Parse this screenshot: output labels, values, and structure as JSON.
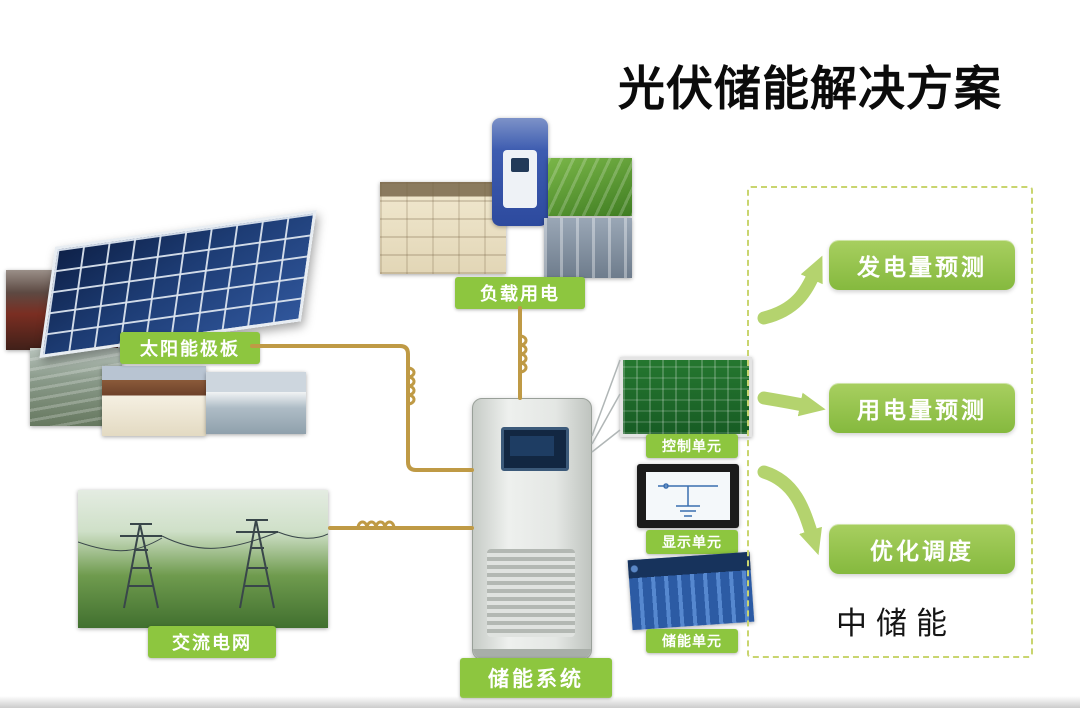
{
  "title": "光伏储能解决方案",
  "brand": "中储能",
  "nodes": {
    "solar_panel": {
      "label": "太阳能极板"
    },
    "ac_grid": {
      "label": "交流电网"
    },
    "load": {
      "label": "负载用电"
    },
    "storage_system": {
      "label": "储能系统"
    },
    "control_unit": {
      "label": "控制单元"
    },
    "display_unit": {
      "label": "显示单元"
    },
    "storage_unit": {
      "label": "储能单元"
    }
  },
  "outputs": [
    {
      "label": "发电量预测"
    },
    {
      "label": "用电量预测"
    },
    {
      "label": "优化调度"
    }
  ],
  "colors": {
    "badge_green": "#8dc63f",
    "pill_green_top": "#a8cf60",
    "pill_green_bottom": "#85b93e",
    "arrow_green": "#b4d36e",
    "dashed_border": "#c9d56f",
    "wire_orange": "#bf9a45",
    "title_black": "#0b0b0b"
  }
}
